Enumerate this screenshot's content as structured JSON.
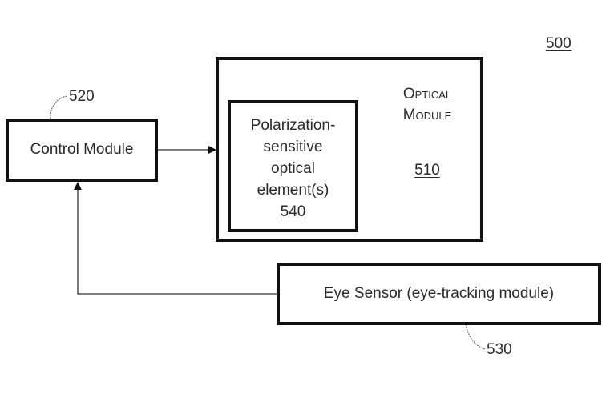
{
  "figure": {
    "reference": "500"
  },
  "control_module": {
    "label": "Control Module",
    "reference": "520"
  },
  "optical_module": {
    "label_line1": "Optical",
    "label_line2": "Module",
    "reference": "510"
  },
  "polarization_element": {
    "lines": [
      "Polarization-",
      "sensitive",
      "optical",
      "element(s)"
    ],
    "reference": "540"
  },
  "eye_sensor": {
    "label": "Eye Sensor (eye-tracking module)",
    "reference": "530"
  },
  "connections": [
    {
      "from": "control_module",
      "to": "optical_module"
    },
    {
      "from": "eye_sensor",
      "to": "control_module"
    }
  ]
}
